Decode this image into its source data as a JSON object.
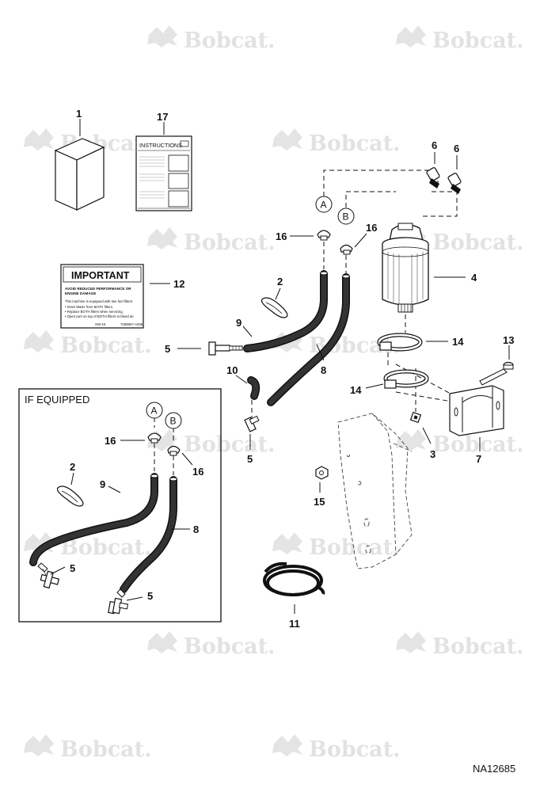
{
  "watermark": {
    "text": "Bobcat."
  },
  "callouts": {
    "kit": "1",
    "instructions": "17",
    "important_decal": "12",
    "hose_clamp_a": "16",
    "hose_clamp_b": "16",
    "band_2": "2",
    "hose_9": "9",
    "tee_5_left": "5",
    "hose_8": "8",
    "elbow_10": "10",
    "tee_5_mid": "5",
    "fitting_6_left": "6",
    "fitting_6_right": "6",
    "filter_4": "4",
    "clamp_14_top": "14",
    "clamp_14_bottom": "14",
    "bolt_13": "13",
    "nut_3": "3",
    "bracket_7": "7",
    "nut_15": "15",
    "hose_11": "11",
    "inset_clamp_a": "16",
    "inset_clamp_b": "16",
    "inset_band_2": "2",
    "inset_hose_9": "9",
    "inset_hose_8": "8",
    "inset_tee_5_a": "5",
    "inset_tee_5_b": "5"
  },
  "connectors": {
    "a": "A",
    "b": "B"
  },
  "instructions_sheet": {
    "title": "INSTRUCTIONS"
  },
  "important_decal": {
    "heading": "IMPORTANT",
    "subheading_line1": "AVOID REDUCED PERFORMANCE OR",
    "subheading_line2": "ENGINE DAMAGE",
    "body_intro": "This machine is equipped with two fuel filters:",
    "bullets": [
      "• Drain Water from BOTH filters.",
      "• Replace BOTH filters when servicing.",
      "• Open port on top of BOTH filters to bleed air."
    ],
    "code_left": "SW-1K",
    "code_right": "7268867-A035"
  },
  "inset": {
    "title": "IF EQUIPPED"
  },
  "figure_id": "NA12685"
}
